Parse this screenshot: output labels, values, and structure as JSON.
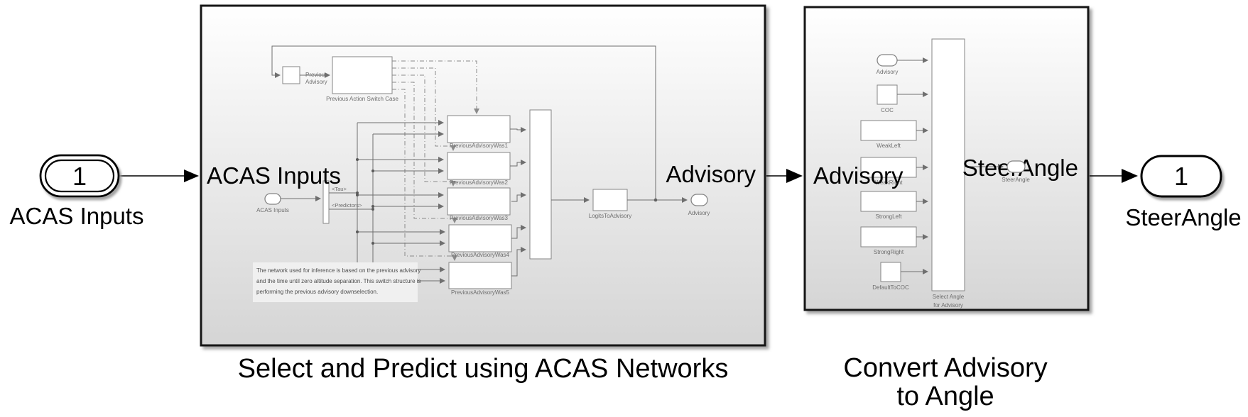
{
  "colors": {
    "box_fill_top": "#ffffff",
    "box_fill_bottom": "#d5d5d5",
    "box_border": "#141414",
    "block_border": "#858585",
    "wire_gray": "#6f6f6f",
    "small_label": "#6e6e6e",
    "shadow": "#9a9a9a",
    "annotation_bg": "#f0f0f0"
  },
  "external": {
    "input_port": {
      "number": "1",
      "label": "ACAS Inputs"
    },
    "output_port": {
      "number": "1",
      "label": "SteerAngle"
    }
  },
  "subsystem1": {
    "caption": "Select and Predict using ACAS Networks",
    "port_in_label": "ACAS Inputs",
    "port_out_label": "Advisory",
    "inport": "ACAS Inputs",
    "bus_tau": "<Tau>",
    "bus_predictors": "<Predictors>",
    "delay_label_1": "Previous",
    "delay_label_2": "Advisory",
    "switch_case": "Previous Action Switch Case",
    "networks": [
      "PreviousAdvisoryWas1",
      "PreviousAdvisoryWas2",
      "PreviousAdvisoryWas3",
      "PreviousAdvisoryWas4",
      "PreviousAdvisoryWas5"
    ],
    "logits": "LogitsToAdvisory",
    "outport": "Advisory",
    "annotation": [
      "The network used for inference is based on the previous advisory",
      "and the time until zero altitude separation. This switch structure is",
      "performing the previous advisory downselection."
    ]
  },
  "subsystem2": {
    "caption_1": "Convert Advisory",
    "caption_2": "to Angle",
    "port_in_label": "Advisory",
    "port_out_label": "SteerAngle",
    "inport": "Advisory",
    "blocks": [
      "COC",
      "WeakLeft",
      "WeakRight",
      "StrongLeft",
      "StrongRight",
      "DefaultToCOC"
    ],
    "select_1": "Select Angle",
    "select_2": "for Advisory",
    "outport": "SteerAngle"
  }
}
